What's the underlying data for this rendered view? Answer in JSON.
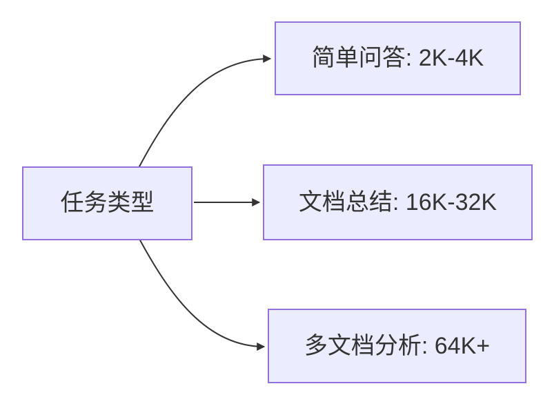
{
  "diagram": {
    "type": "flowchart-LR",
    "root": {
      "id": "task-type",
      "label": "任务类型"
    },
    "branches": [
      {
        "id": "simple-qa",
        "label": "简单问答: 2K-4K"
      },
      {
        "id": "doc-summary",
        "label": "文档总结: 16K-32K"
      },
      {
        "id": "multi-doc",
        "label": "多文档分析: 64K+"
      }
    ],
    "edges": [
      {
        "from": "task-type",
        "to": "simple-qa"
      },
      {
        "from": "task-type",
        "to": "doc-summary"
      },
      {
        "from": "task-type",
        "to": "multi-doc"
      }
    ],
    "colors": {
      "node_fill": "#ECECFF",
      "node_border": "#9370DB",
      "edge_stroke": "#333333",
      "text": "#333333",
      "background": "#FFFFFF"
    }
  }
}
